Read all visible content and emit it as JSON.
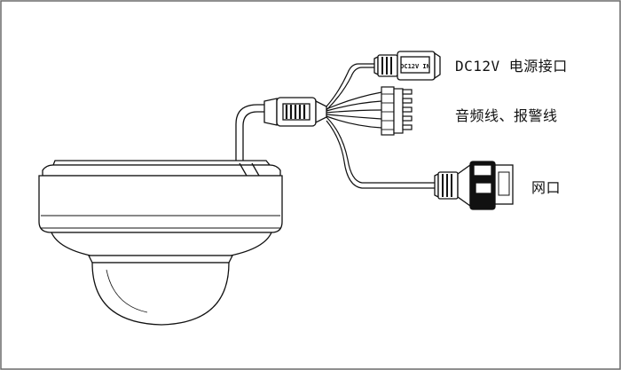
{
  "labels": {
    "power": "DC12V 电源接口",
    "audio_alarm": "音频线、报警线",
    "network": "网口"
  },
  "connector_markings": {
    "power_plug": "DC12V IN"
  },
  "colors": {
    "line": "#111111",
    "background": "#ffffff",
    "border": "#6a6a6a"
  }
}
